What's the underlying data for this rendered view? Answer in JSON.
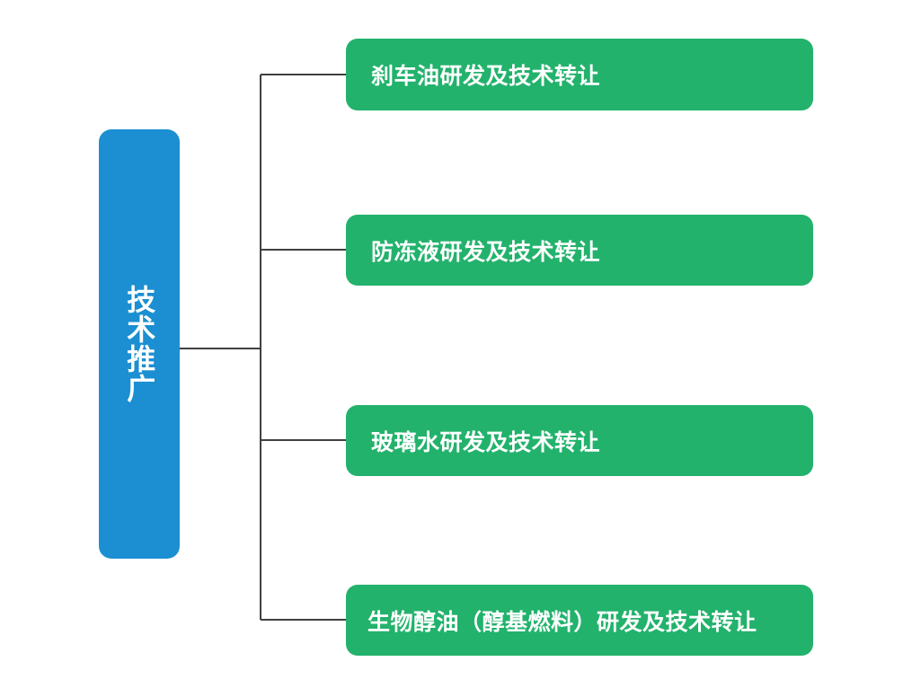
{
  "diagram": {
    "type": "tree",
    "title": "技术推广",
    "orientation": "left-to-right",
    "colors": {
      "root_fill": "#1b8fd1",
      "branch_fill": "#22b26c",
      "connector": "#404040",
      "text": "#ffffff",
      "background": "#ffffff"
    },
    "root": {
      "label": "技术推广",
      "text_direction": "vertical"
    },
    "branches": [
      {
        "label": "刹车油研发及技术转让"
      },
      {
        "label": "防冻液研发及技术转让"
      },
      {
        "label": "玻璃水研发及技术转让"
      },
      {
        "label": "生物醇油（醇基燃料）研发及技术转让"
      }
    ]
  }
}
